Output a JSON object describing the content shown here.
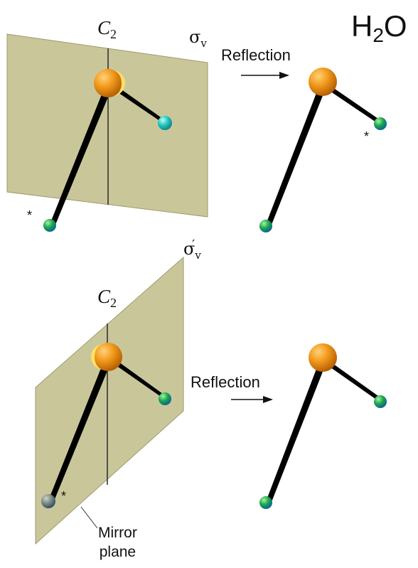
{
  "title": "H₂O",
  "formula": {
    "base": "H",
    "sub": "2",
    "tail": "O"
  },
  "top_panel": {
    "axis": {
      "base": "C",
      "sub": "2"
    },
    "plane": {
      "base": "σ",
      "sub": "v",
      "prime": ""
    },
    "action": "Reflection",
    "marker": "*"
  },
  "bottom_panel": {
    "axis": {
      "base": "C",
      "sub": "2"
    },
    "plane": {
      "base": "σ",
      "sub": "v",
      "prime": "′"
    },
    "action": "Reflection",
    "marker": "*",
    "plane_label_line1": "Mirror",
    "plane_label_line2": "plane"
  },
  "colors": {
    "plane_fill": "#c9c79a",
    "plane_edge": "#9c9a6c",
    "oxygen": "#e68a10",
    "hydrogen": "#1aa84a",
    "hydrogen_marked": "#22c4bc",
    "bond": "#000000"
  }
}
